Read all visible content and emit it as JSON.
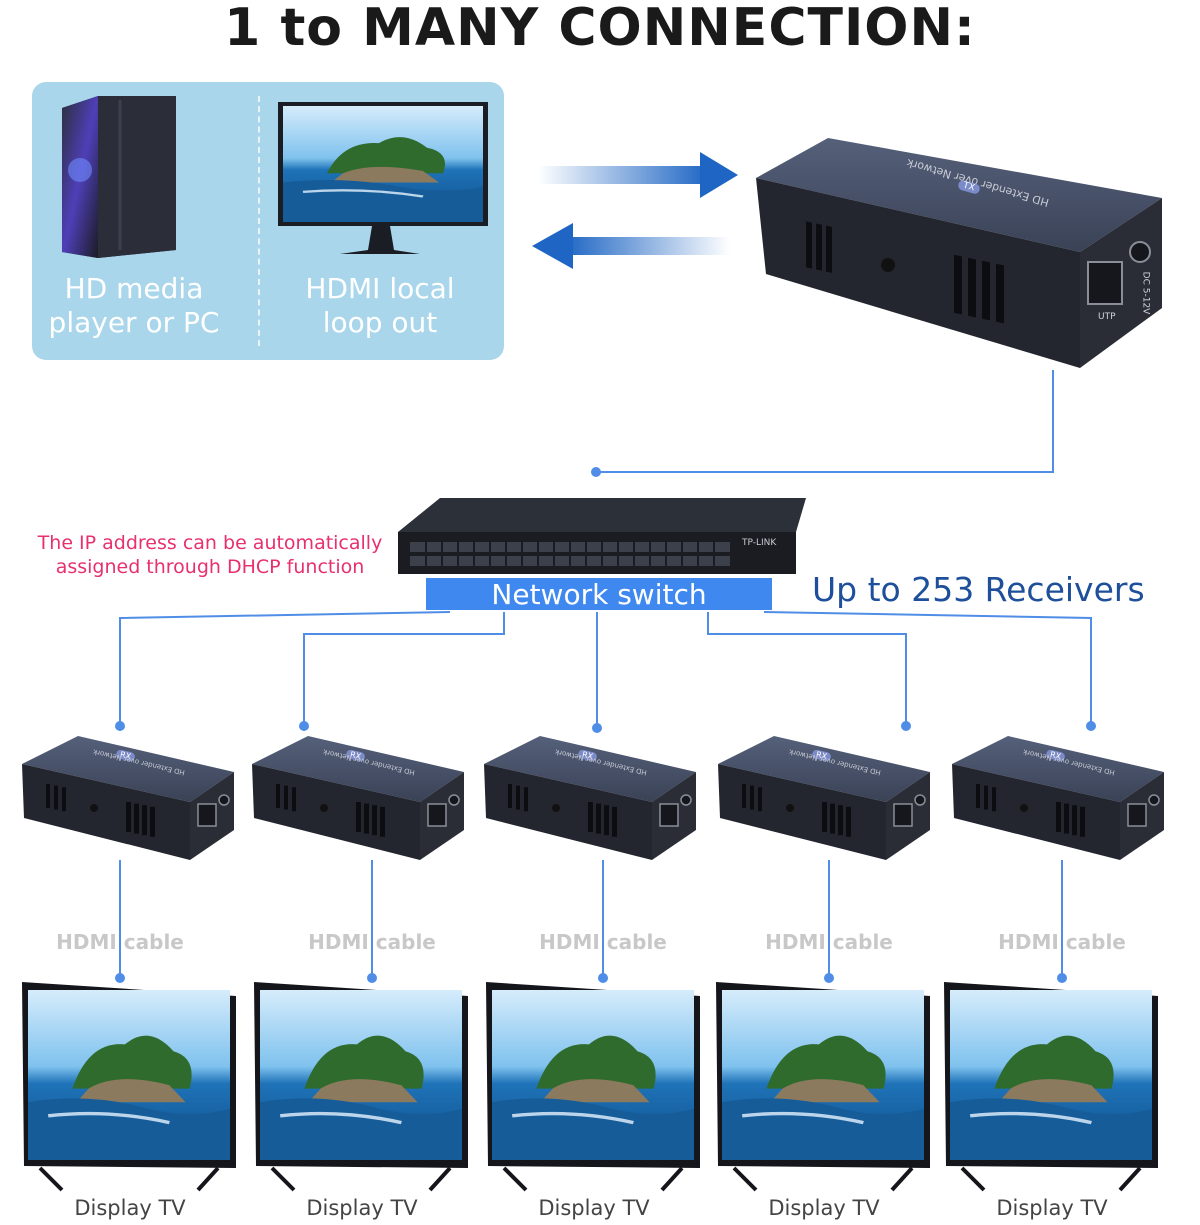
{
  "title": "1 to MANY CONNECTION:",
  "source": {
    "pc_label_line1": "HD media",
    "pc_label_line2": "player or PC",
    "loop_label_line1": "HDMI local",
    "loop_label_line2": "loop out"
  },
  "transmitter": {
    "device_text": "HD Extender over Network",
    "badge": "TX",
    "port_utp": "UTP",
    "port_dc": "DC 5-12V"
  },
  "switch": {
    "label": "Network switch",
    "brand": "TP-LINK",
    "ip_note_line1": "The IP address can be automatically",
    "ip_note_line2": "assigned through DHCP function",
    "receivers_note": "Up to 253 Receivers"
  },
  "receivers": [
    {
      "badge": "RX",
      "device_text": "HD Extender over Network",
      "cable_label": "HDMI cable",
      "tv_label": "Display TV"
    },
    {
      "badge": "RX",
      "device_text": "HD Extender over Network",
      "cable_label": "HDMI cable",
      "tv_label": "Display TV"
    },
    {
      "badge": "RX",
      "device_text": "HD Extender over Network",
      "cable_label": "HDMI cable",
      "tv_label": "Display TV"
    },
    {
      "badge": "RX",
      "device_text": "HD Extender over Network",
      "cable_label": "HDMI cable",
      "tv_label": "Display TV"
    },
    {
      "badge": "RX",
      "device_text": "HD Extender over Network",
      "cable_label": "HDMI cable",
      "tv_label": "Display TV"
    }
  ],
  "colors": {
    "line": "#4f8de6",
    "arrow": "#1f66c4",
    "panel": "#a9d6ea",
    "switch_label_bg": "#3f88ef",
    "note_pink": "#e8306e",
    "receivers_blue": "#1d4f9a"
  }
}
